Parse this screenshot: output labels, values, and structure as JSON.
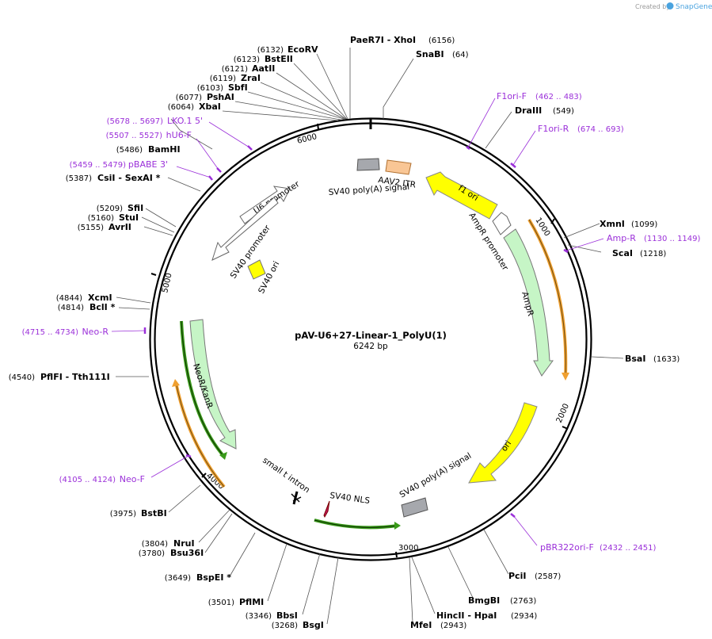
{
  "header": {
    "credit": "Created by",
    "brand": "SnapGene"
  },
  "plasmid": {
    "name": "pAV-U6+27-Linear-1_PolyU(1)",
    "size_label": "6242 bp",
    "length": 6242
  },
  "ticks": [
    "1000",
    "2000",
    "3000",
    "4000",
    "5000",
    "6000"
  ],
  "sites": [
    {
      "name": "PaeR7I - XhoI",
      "pos": "(6156)"
    },
    {
      "name": "SnaBI",
      "pos": "(64)"
    },
    {
      "name": "EcoRV",
      "pos": "(6132)"
    },
    {
      "name": "BstEII",
      "pos": "(6123)"
    },
    {
      "name": "AatII",
      "pos": "(6121)"
    },
    {
      "name": "ZraI",
      "pos": "(6119)"
    },
    {
      "name": "SbfI",
      "pos": "(6103)"
    },
    {
      "name": "PshAI",
      "pos": "(6077)"
    },
    {
      "name": "XbaI",
      "pos": "(6064)"
    },
    {
      "name": "BamHI",
      "pos": "(5486)"
    },
    {
      "name": "CsiI - SexAI *",
      "pos": "(5387)"
    },
    {
      "name": "SfiI",
      "pos": "(5209)"
    },
    {
      "name": "StuI",
      "pos": "(5160)"
    },
    {
      "name": "AvrII",
      "pos": "(5155)"
    },
    {
      "name": "XcmI",
      "pos": "(4844)"
    },
    {
      "name": "BclI *",
      "pos": "(4814)"
    },
    {
      "name": "PflFI - Tth111I",
      "pos": "(4540)"
    },
    {
      "name": "BstBI",
      "pos": "(3975)"
    },
    {
      "name": "NruI",
      "pos": "(3804)"
    },
    {
      "name": "Bsu36I",
      "pos": "(3780)"
    },
    {
      "name": "BspEI *",
      "pos": "(3649)"
    },
    {
      "name": "PflMI",
      "pos": "(3501)"
    },
    {
      "name": "BbsI",
      "pos": "(3346)"
    },
    {
      "name": "BsgI",
      "pos": "(3268)"
    },
    {
      "name": "MfeI",
      "pos": "(2943)"
    },
    {
      "name": "HincII - HpaI",
      "pos": "(2934)"
    },
    {
      "name": "BmgBI",
      "pos": "(2763)"
    },
    {
      "name": "PciI",
      "pos": "(2587)"
    },
    {
      "name": "BsaI",
      "pos": "(1633)"
    },
    {
      "name": "ScaI",
      "pos": "(1218)"
    },
    {
      "name": "XmnI",
      "pos": "(1099)"
    },
    {
      "name": "DraIII",
      "pos": "(549)"
    }
  ],
  "primers": [
    {
      "name": "F1ori-F",
      "range": "(462 .. 483)"
    },
    {
      "name": "F1ori-R",
      "range": "(674 .. 693)"
    },
    {
      "name": "Amp-R",
      "range": "(1130 .. 1149)"
    },
    {
      "name": "pBR322ori-F",
      "range": "(2432 .. 2451)"
    },
    {
      "name": "Neo-F",
      "range": "(4105 .. 4124)"
    },
    {
      "name": "Neo-R",
      "range": "(4715 .. 4734)"
    },
    {
      "name": "pBABE 3'",
      "range": "(5459 .. 5479)"
    },
    {
      "name": "hU6-F",
      "range": "(5507 .. 5527)"
    },
    {
      "name": "LKO.1 5'",
      "range": "(5678 .. 5697)"
    }
  ],
  "features": [
    {
      "name": "SV40 poly(A) signal",
      "color": "#a6a8ad"
    },
    {
      "name": "AAV2 ITR",
      "color": "#f9c695"
    },
    {
      "name": "f1 ori",
      "color": "#ffff00"
    },
    {
      "name": "AmpR promoter",
      "color": "#ffffff"
    },
    {
      "name": "AmpR",
      "color": "#c6f5c6"
    },
    {
      "name": "ori",
      "color": "#ffff00"
    },
    {
      "name": "SV40 poly(A) signal",
      "color": "#a6a8ad"
    },
    {
      "name": "SV40 NLS",
      "color": "#c2185b"
    },
    {
      "name": "small t intron",
      "color": "#000000"
    },
    {
      "name": "NeoR/KanR",
      "color": "#c6f5c6"
    },
    {
      "name": "U6 promoter",
      "color": "#ffffff"
    },
    {
      "name": "SV40 promoter",
      "color": "#ffffff"
    },
    {
      "name": "SV40 ori",
      "color": "#ffff00"
    }
  ],
  "colors": {
    "primer": "#9b30d9",
    "orf": "#f0a030",
    "orf_green": "#3a9b1a"
  }
}
